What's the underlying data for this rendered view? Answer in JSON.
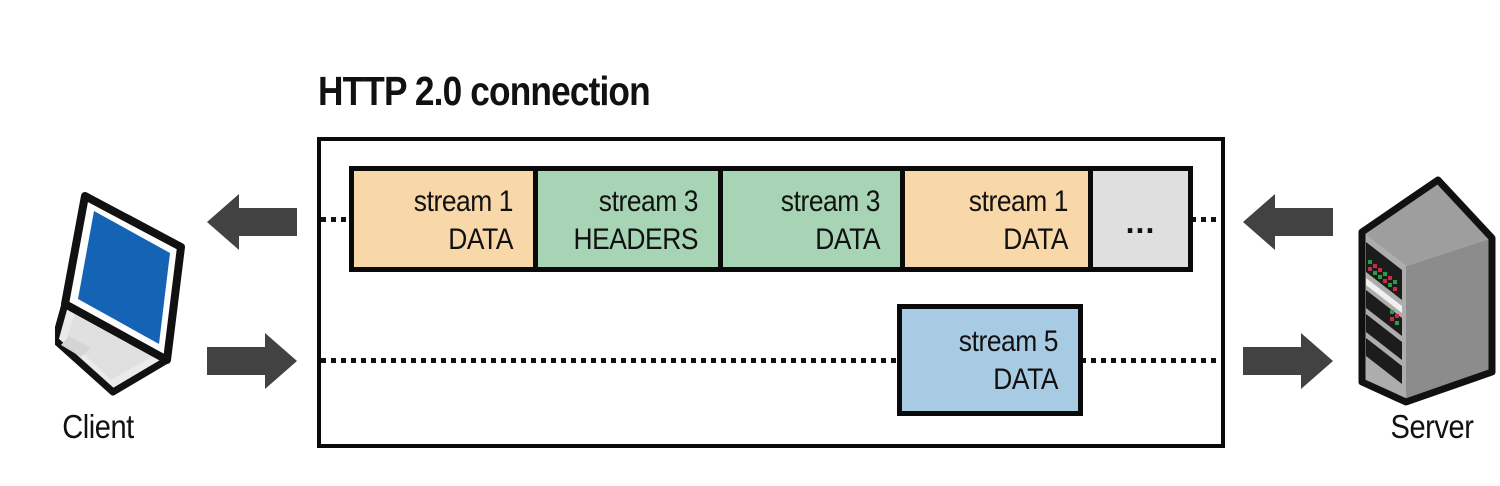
{
  "title": "HTTP 2.0 connection",
  "client": {
    "label": "Client"
  },
  "server": {
    "label": "Server"
  },
  "frames_row": [
    {
      "stream": "stream 1",
      "frame_type": "DATA",
      "color": "#F8D8A8"
    },
    {
      "stream": "stream 3",
      "frame_type": "HEADERS",
      "color": "#A7D4B4"
    },
    {
      "stream": "stream 3",
      "frame_type": "DATA",
      "color": "#A7D4B4"
    },
    {
      "stream": "stream 1",
      "frame_type": "DATA",
      "color": "#F8D8A8"
    }
  ],
  "ellipsis_frame": {
    "label": "...",
    "color": "#DFDFDF"
  },
  "stream5_frame": {
    "stream": "stream 5",
    "frame_type": "DATA",
    "color": "#A8CBE4"
  },
  "colors": {
    "arrow": "#424242",
    "outline": "#0A0A0A",
    "laptop_screen": "#1563B4",
    "server_front": "#ADADAD",
    "server_side": "#8C8C8C",
    "server_top": "#9E9E9E"
  }
}
